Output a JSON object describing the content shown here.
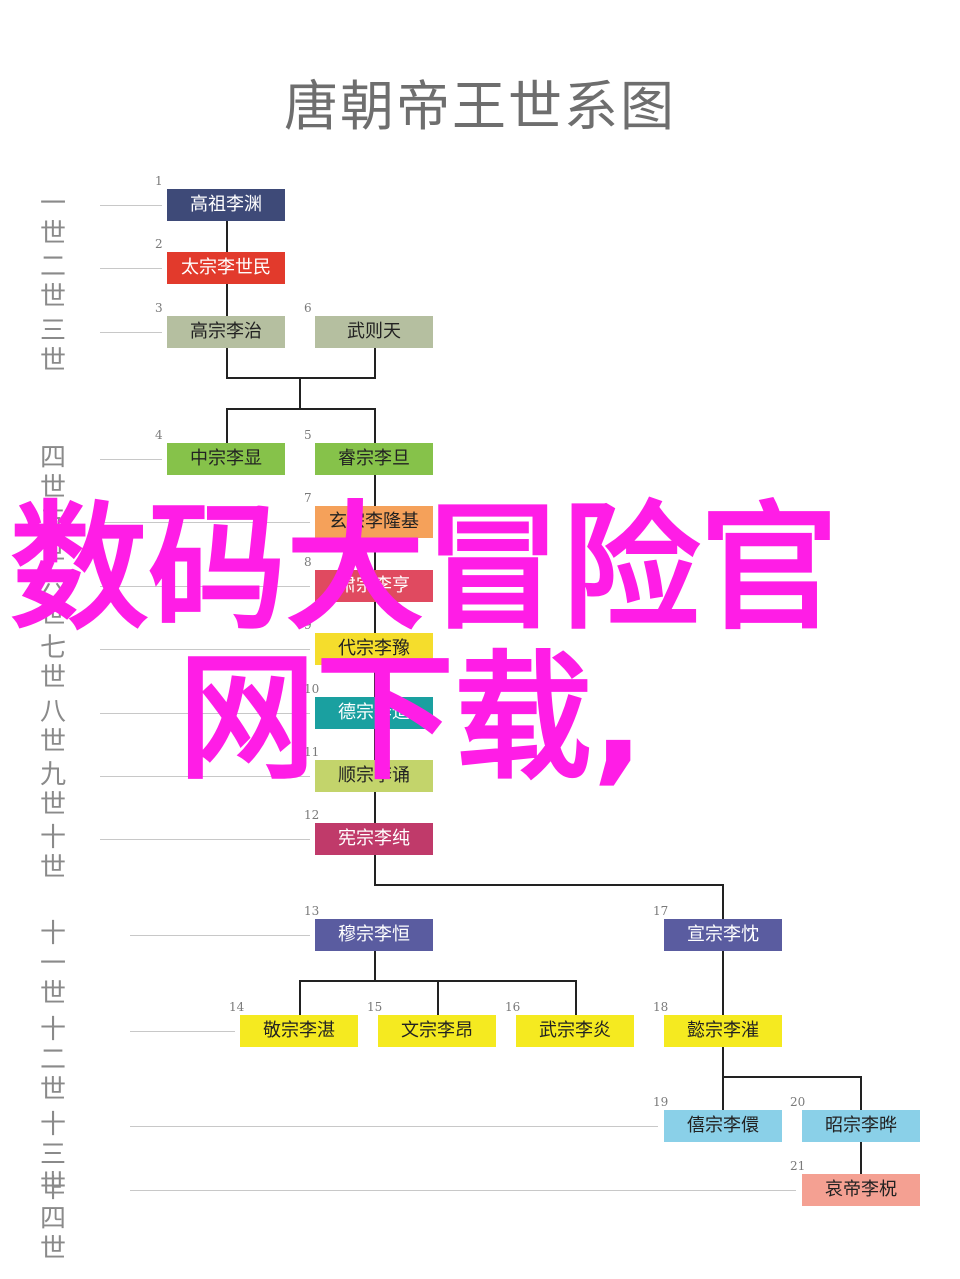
{
  "title": "唐朝帝王世系图",
  "colors": {
    "dark_blue": "#3e4a78",
    "red": "#e23a2c",
    "olive": "#b5bfa0",
    "green": "#86c24a",
    "orange": "#f5a15a",
    "pink_red": "#e04a60",
    "yellow": "#f5dd2c",
    "teal": "#1aa0a0",
    "lime": "#c3d46b",
    "magenta": "#c03a6a",
    "slate": "#5a5ca0",
    "gold": "#f5ea20",
    "light_blue": "#8ad0e8",
    "salmon": "#f4a092",
    "overlay": "#ff1de6"
  },
  "generations": [
    "一 世",
    "二 世",
    "三 世",
    "四 世",
    "五 世",
    "六 世",
    "七 世",
    "八 世",
    "九 世",
    "十 世",
    "十一世",
    "十二世",
    "十三世",
    "十四世"
  ],
  "emperors": [
    {
      "num": "1",
      "name": "高祖李渊"
    },
    {
      "num": "2",
      "name": "太宗李世民"
    },
    {
      "num": "3",
      "name": "高宗李治"
    },
    {
      "num": "6",
      "name": "武则天"
    },
    {
      "num": "4",
      "name": "中宗李显"
    },
    {
      "num": "5",
      "name": "睿宗李旦"
    },
    {
      "num": "7",
      "name": "玄宗李隆基"
    },
    {
      "num": "8",
      "name": "肃宗李亨"
    },
    {
      "num": "9",
      "name": "代宗李豫"
    },
    {
      "num": "10",
      "name": "德宗李适"
    },
    {
      "num": "11",
      "name": "顺宗李诵"
    },
    {
      "num": "12",
      "name": "宪宗李纯"
    },
    {
      "num": "13",
      "name": "穆宗李恒"
    },
    {
      "num": "17",
      "name": "宣宗李忱"
    },
    {
      "num": "14",
      "name": "敬宗李湛"
    },
    {
      "num": "15",
      "name": "文宗李昂"
    },
    {
      "num": "16",
      "name": "武宗李炎"
    },
    {
      "num": "18",
      "name": "懿宗李漼"
    },
    {
      "num": "19",
      "name": "僖宗李儇"
    },
    {
      "num": "20",
      "name": "昭宗李晔"
    },
    {
      "num": "21",
      "name": "哀帝李柷"
    }
  ],
  "overlay": {
    "line1": "数码大冒险官",
    "line2": "网下载,"
  }
}
